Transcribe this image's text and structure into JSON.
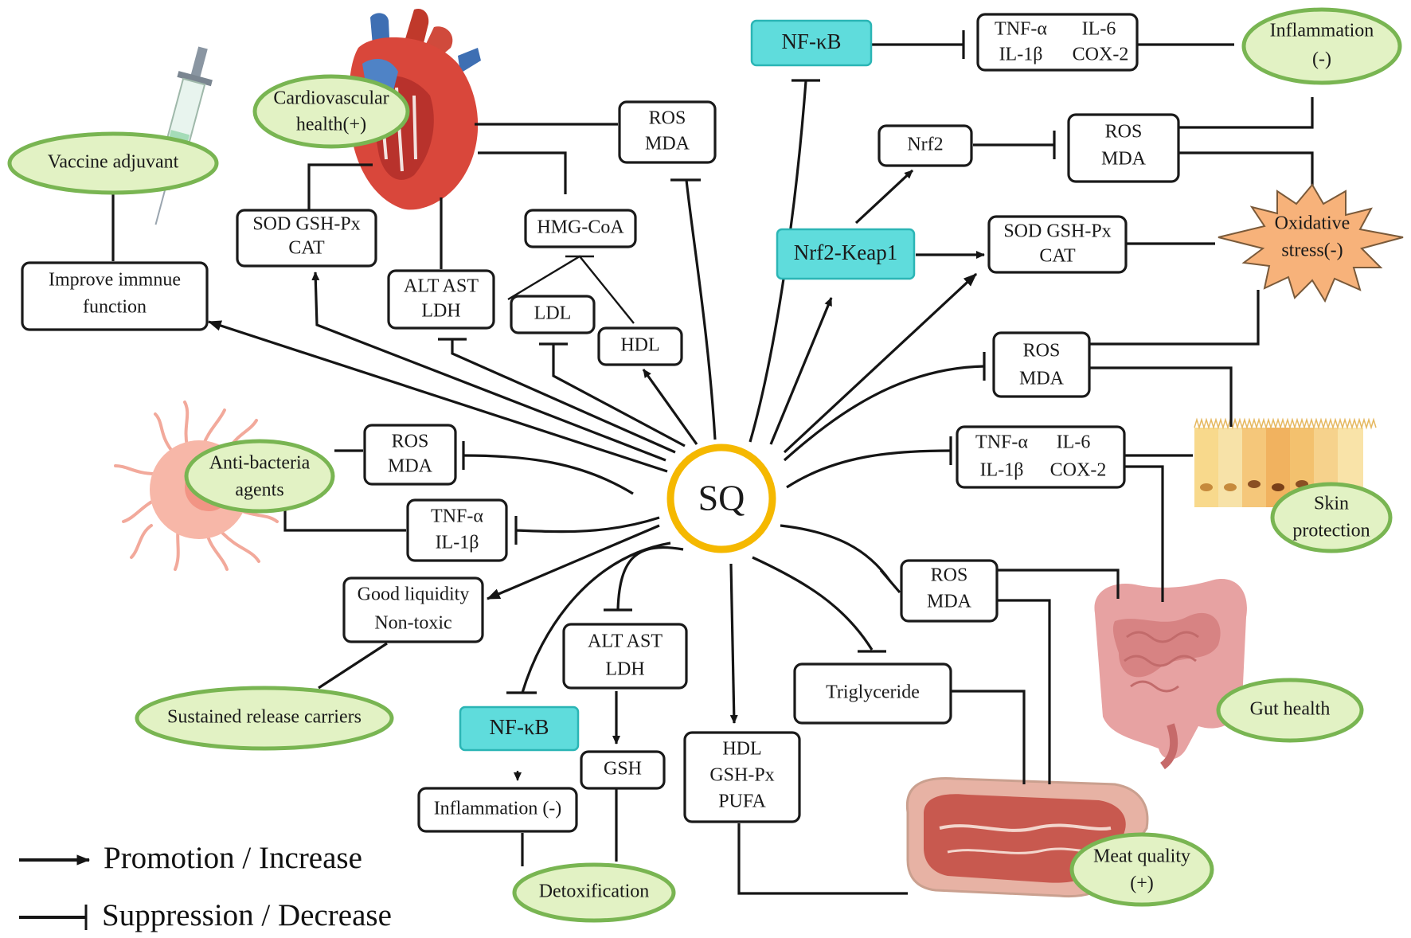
{
  "center": {
    "label": "SQ"
  },
  "cyan_nodes": {
    "nfkb_top": "NF-κB",
    "nrf2_keap1": "Nrf2-Keap1",
    "nfkb_bottom": "NF-κB"
  },
  "boxes": {
    "ros_mda_heart": [
      "ROS",
      "MDA"
    ],
    "sod_heart": [
      "SOD GSH-Px",
      "CAT"
    ],
    "hmgcoa": "HMG-CoA",
    "alt_ast_heart": [
      "ALT AST",
      "LDH"
    ],
    "ldl": "LDL",
    "hdl_top": "HDL",
    "improve_immune": [
      "Improve immnue",
      "function"
    ],
    "tnf_top": [
      "TNF-α",
      "IL-6",
      "IL-1β",
      "COX-2"
    ],
    "nrf2": "Nrf2",
    "ros_mda_nrf2": [
      "ROS",
      "MDA"
    ],
    "sod_nrf2": [
      "SOD GSH-Px",
      "CAT"
    ],
    "ros_mda_skin": [
      "ROS",
      "MDA"
    ],
    "tnf_skin": [
      "TNF-α",
      "IL-6",
      "IL-1β",
      "COX-2"
    ],
    "ros_mda_bacteria": [
      "ROS",
      "MDA"
    ],
    "tnf_il1b": [
      "TNF-α",
      "IL-1β"
    ],
    "good_liquidity": [
      "Good liquidity",
      "Non-toxic"
    ],
    "alt_ast_bottom": [
      "ALT AST",
      "LDH"
    ],
    "gsh": "GSH",
    "inflammation_bottom": "Inflammation (-)",
    "hdl_gsh_pufa": [
      "HDL",
      "GSH-Px",
      "PUFA"
    ],
    "triglyceride": "Triglyceride",
    "ros_mda_gut": [
      "ROS",
      "MDA"
    ]
  },
  "outcomes": {
    "cardiovascular": [
      "Cardiovascular",
      "health(+)"
    ],
    "vaccine": "Vaccine adjuvant",
    "inflammation_top": [
      "Inflammation",
      "(-)"
    ],
    "oxidative_stress": [
      "Oxidative",
      "stress(-)"
    ],
    "anti_bacteria": [
      "Anti-bacteria",
      "agents"
    ],
    "skin": [
      "Skin",
      "protection"
    ],
    "sustained_release": "Sustained release carriers",
    "gut_health": "Gut health",
    "detoxification": "Detoxification",
    "meat_quality": [
      "Meat quality",
      "(+)"
    ]
  },
  "legend": {
    "promotion": "Promotion / Increase",
    "suppression": "Suppression / Decrease"
  },
  "colors": {
    "center_ring": "#f5b800",
    "cyan_fill": "#5fdcdc",
    "outcome_fill": "#e2f2c4",
    "outcome_border": "#79b552"
  },
  "illustrations": [
    "heart-illustration",
    "syringe-illustration",
    "bacteria-illustration",
    "skin-cells-illustration",
    "intestine-illustration",
    "meat-illustration"
  ]
}
